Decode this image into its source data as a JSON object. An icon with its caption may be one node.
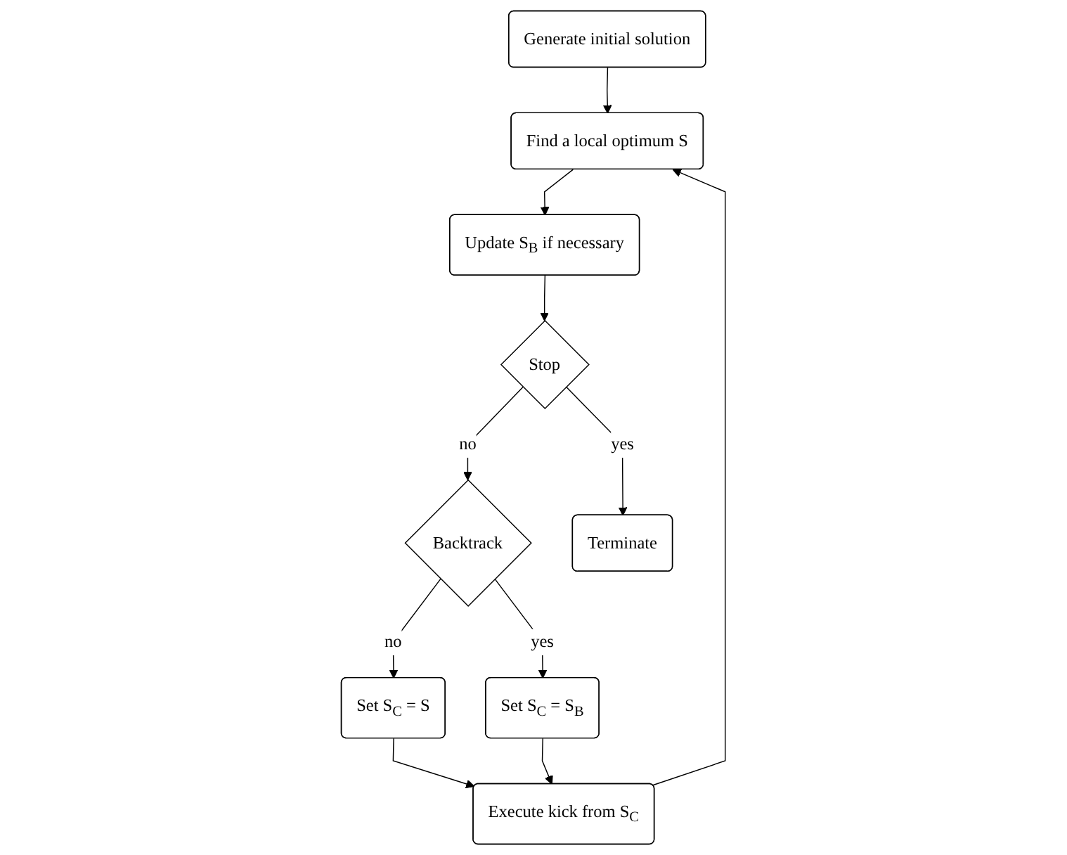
{
  "diagram": {
    "nodes": [
      {
        "text": [
          "Generate initial solution"
        ]
      },
      {
        "text": [
          "Execute kick from S$_{C}$"
        ]
      },
      {
        "text": [
          "Find a local optimum S"
        ]
      },
      {
        "text": [
          "Set S$_{C}$ = S"
        ]
      },
      {
        "text": [
          "Set S$_{C}$ = S$_{B}$"
        ]
      },
      {
        "text": [
          "Update S$_{B}$ if necessary"
        ]
      },
      {
        "text": [
          "Backtrack"
        ]
      },
      {
        "text": [
          "Stop"
        ]
      },
      {
        "text": [
          "Terminate"
        ]
      }
    ],
    "edges": [
      {
        "from": 0,
        "to": 2,
        "arrow": "to"
      },
      {
        "from": 1,
        "to": 2,
        "arrow": "to"
      },
      {
        "from": 2,
        "to": 5,
        "arrow": "to"
      },
      {
        "from": 5,
        "to": 7,
        "arrow": "to"
      },
      {
        "from": 7,
        "to": 6,
        "arrow": "to",
        "label": "no"
      },
      {
        "from": 7,
        "to": 8,
        "arrow": "to",
        "label": "yes"
      },
      {
        "from": 6,
        "to": 4,
        "arrow": "to",
        "label": "yes"
      },
      {
        "from": 6,
        "to": 3,
        "arrow": "to",
        "label": "no"
      },
      {
        "from": 3,
        "to": 1,
        "arrow": "to"
      },
      {
        "from": 4,
        "to": 1,
        "arrow": "to"
      }
    ]
  }
}
